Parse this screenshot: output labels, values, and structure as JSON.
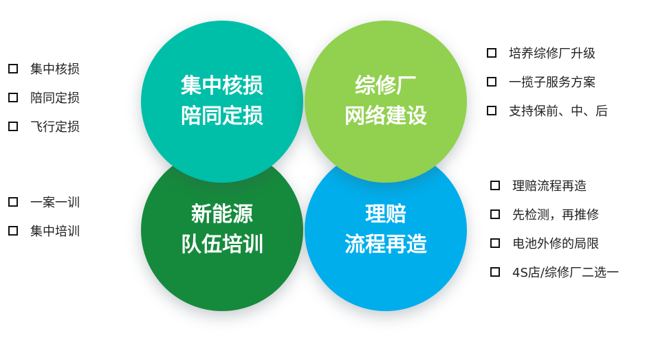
{
  "circles": [
    {
      "lines": [
        "集中核损",
        "陪同定损"
      ],
      "color": "#00bfa8"
    },
    {
      "lines": [
        "综修厂",
        "网络建设"
      ],
      "color": "#92d050"
    },
    {
      "lines": [
        "新能源",
        "队伍培训"
      ],
      "color": "#168a3c"
    },
    {
      "lines": [
        "理赔",
        "流程再造"
      ],
      "color": "#00aeec"
    }
  ],
  "lists": {
    "top_left": [
      "集中核损",
      "陪同定损",
      "飞行定损"
    ],
    "bottom_left": [
      "一案一训",
      "集中培训"
    ],
    "top_right": [
      "培养综修厂升级",
      "一揽子服务方案",
      "支持保前、中、后"
    ],
    "bottom_right": [
      "理赔流程再造",
      "先检测，再推修",
      "电池外修的局限",
      "4S店/综修厂二选一"
    ]
  }
}
